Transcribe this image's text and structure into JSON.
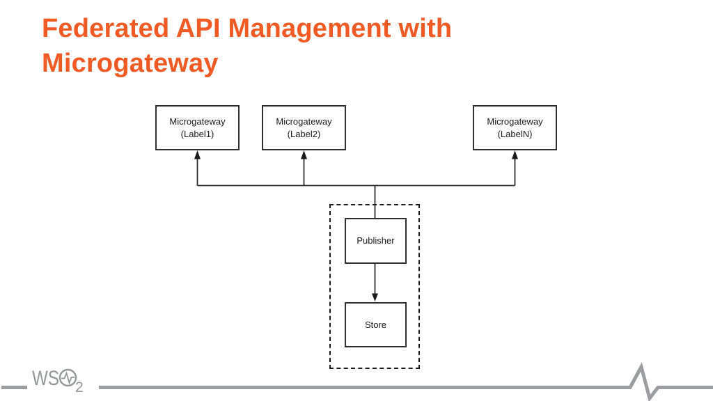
{
  "slide_title": {
    "line1": "Federated API Management with",
    "line2": "Microgateway",
    "color": "#f15a24"
  },
  "diagram": {
    "gateway_boxes": [
      {
        "title": "Microgateway",
        "subtitle": "(Label1)"
      },
      {
        "title": "Microgateway",
        "subtitle": "(Label2)"
      },
      {
        "title": "Microgateway",
        "subtitle": "(LabelN)"
      }
    ],
    "publisher_box_label": "Publisher",
    "store_box_label": "Store",
    "line_color": "#2e2e2e"
  },
  "footer": {
    "wso2_logo": {
      "letters": "WS",
      "subscript": "2"
    },
    "accent_gray": "#9b9da0"
  }
}
